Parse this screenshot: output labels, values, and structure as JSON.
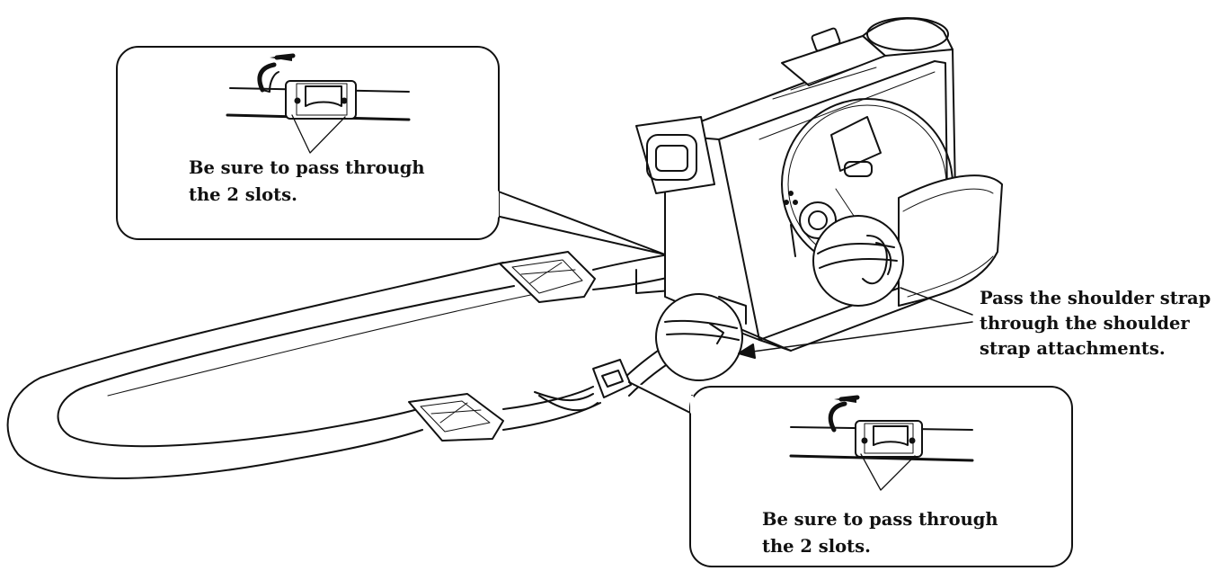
{
  "diagram": {
    "callout_top": {
      "line1": "Be sure to pass through",
      "line2": "the 2 slots."
    },
    "callout_bottom": {
      "line1": "Be sure to pass through",
      "line2": "the 2 slots."
    },
    "instruction": {
      "line1": "Pass the shoulder strap",
      "line2": "through the shoulder",
      "line3": "strap attachments."
    }
  }
}
